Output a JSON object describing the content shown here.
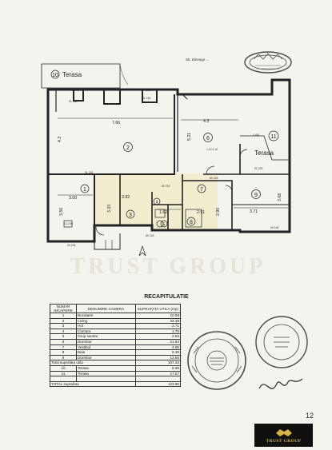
{
  "plan": {
    "terrace_left_label": "Terasa",
    "terrace_right_label": "Terasa",
    "rooms": [
      "1",
      "2",
      "3",
      "4",
      "5",
      "6",
      "7",
      "8",
      "9",
      "10",
      "11"
    ],
    "dimensions": {
      "d_766": "7.66",
      "d_43": "4.3",
      "d_42": "4.2",
      "d_521": "5.21",
      "d_300": "3.00",
      "d_356": "3.56",
      "d_333": "3.33",
      "d_392": "3.92",
      "d_162": "1.62",
      "d_251": "2.51",
      "d_371": "3.71",
      "d_368": "3.68",
      "d_290": "2.90",
      "d_160": "1.60",
      "d_154": "1.54"
    },
    "top_note": "Str. Elevago ..."
  },
  "recap": {
    "title": "RECAPITULATIE",
    "headers": {
      "nr": "NUMAR INCAPERE",
      "name": "DENUMIRE CAMERA",
      "area": "SUPRAFATA UTILA (mp)"
    },
    "rows": [
      {
        "nr": "1",
        "name": "Bucatarie",
        "area": "10.88"
      },
      {
        "nr": "2",
        "name": "Living",
        "area": "34.38"
      },
      {
        "nr": "3",
        "name": "Hol",
        "area": "2.71"
      },
      {
        "nr": "4",
        "name": "Camara",
        "area": "1.75"
      },
      {
        "nr": "5",
        "name": "Grup sanitar",
        "area": "2.83"
      },
      {
        "nr": "6",
        "name": "Dormitor",
        "area": "21.84"
      },
      {
        "nr": "7",
        "name": "Vestibul",
        "area": "4.95"
      },
      {
        "nr": "8",
        "name": "Baie",
        "area": "6.39"
      },
      {
        "nr": "9",
        "name": "Dormitor",
        "area": "13.65"
      }
    ],
    "total_useful_label": "Total suprafata utila",
    "total_useful_value": "107.33",
    "extra_rows": [
      {
        "nr": "10",
        "name": "Terasa",
        "area": "6.98"
      },
      {
        "nr": "11",
        "name": "Terasa",
        "area": "17.57"
      }
    ],
    "total_label": "TOTAL suprafata",
    "total_value": "123.90"
  },
  "watermark": "TRUST GROUP",
  "page_number": "12",
  "logo_text": "TRUST GROUP",
  "colors": {
    "ink": "#222222",
    "highlight": "#f2e7b8",
    "stamp": "#4a4a4a",
    "logo_bg": "#10100f",
    "logo_gold": "#d9b44a"
  }
}
